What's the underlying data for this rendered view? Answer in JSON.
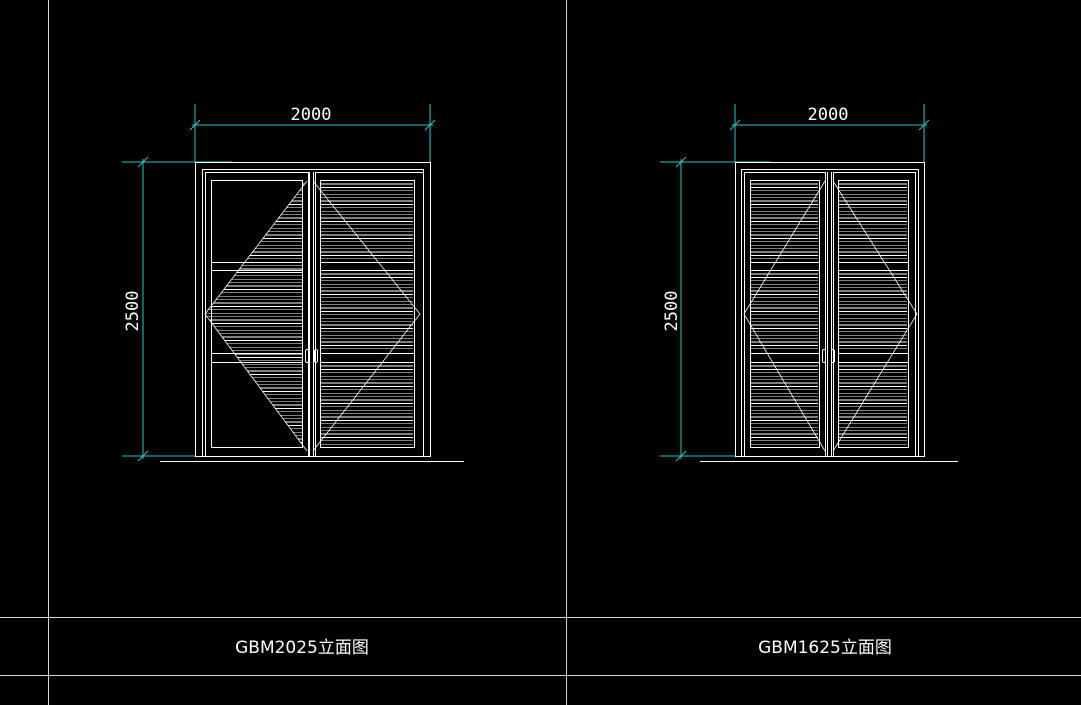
{
  "drawings": [
    {
      "id": "gbm2025",
      "caption": "GBM2025立面图",
      "width_dim": "2000",
      "height_dim": "2500",
      "leaves": [
        "glass",
        "louver"
      ]
    },
    {
      "id": "gbm1625",
      "caption": "GBM1625立面图",
      "width_dim": "2000",
      "height_dim": "2500",
      "leaves": [
        "louver",
        "louver"
      ]
    }
  ],
  "colors": {
    "background": "#000000",
    "frame_lines": "#d8d8d8",
    "dimension_lines": "#27c6c6",
    "geometry": "#ffffff"
  }
}
